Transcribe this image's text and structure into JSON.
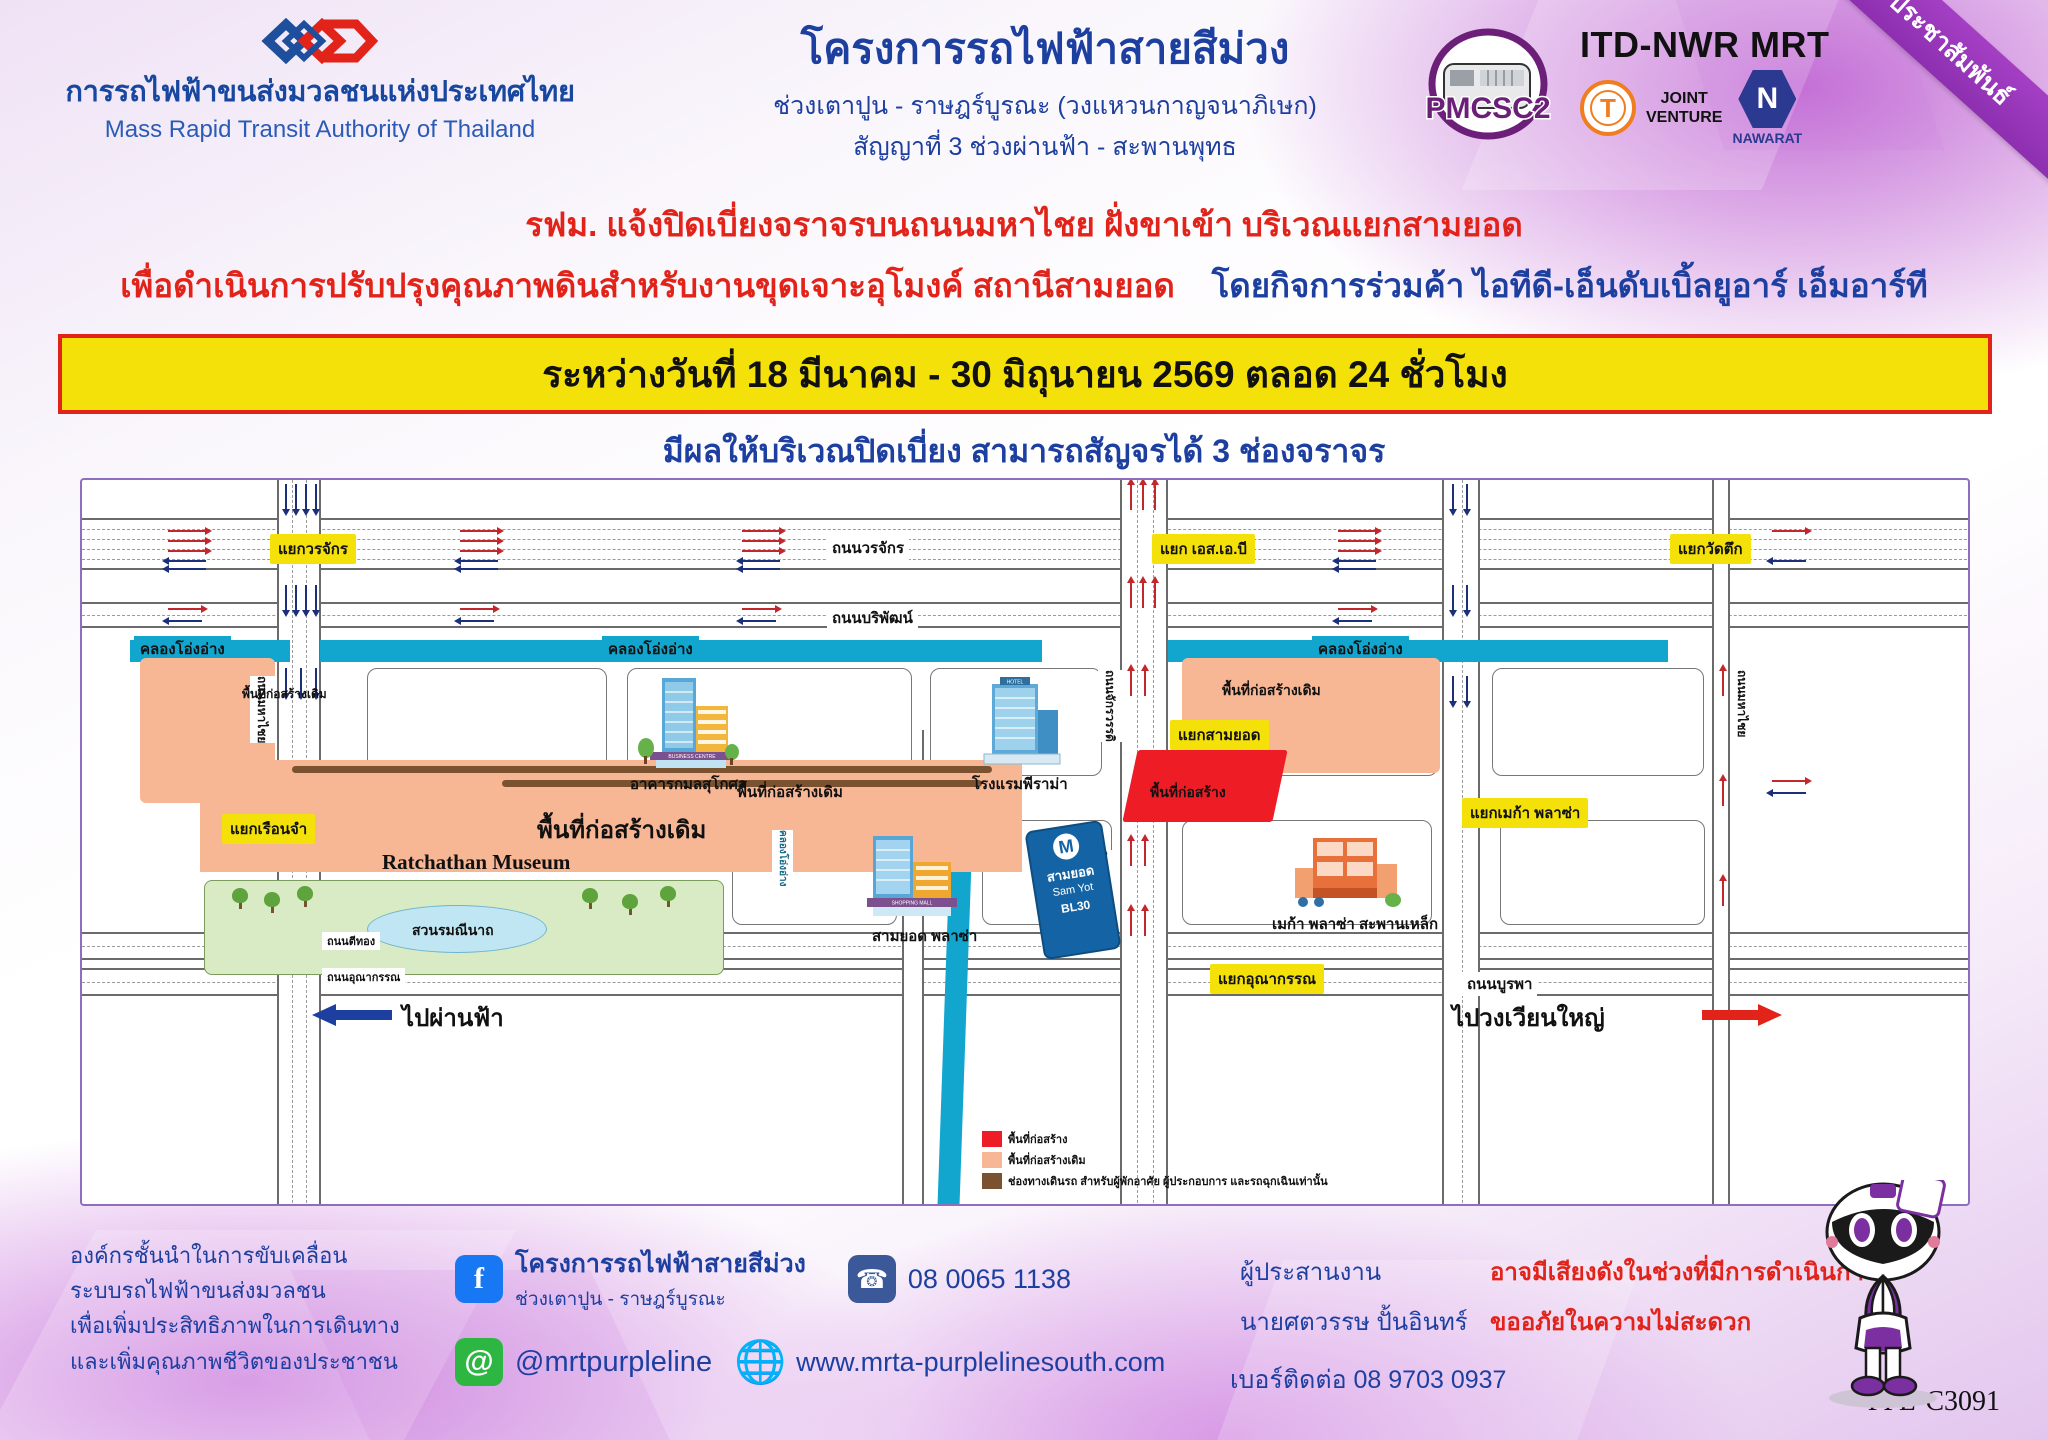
{
  "header": {
    "agency_th": "การรถไฟฟ้าขนส่งมวลชนแห่งประเทศไทย",
    "agency_en": "Mass Rapid Transit Authority of Thailand",
    "project_title": "โครงการรถไฟฟ้าสายสีม่วง",
    "project_sub1": "ช่วงเตาปูน - ราษฎร์บูรณะ (วงแหวนกาญจนาภิเษก)",
    "project_sub2": "สัญญาที่ 3 ช่วงผ่านฟ้า - สะพานพุทธ",
    "pmcsc_label": "PMCSC2",
    "contractor_title": "ITD-NWR MRT",
    "itd_mark": "T",
    "joint_venture_line1": "JOINT",
    "joint_venture_line2": "VENTURE",
    "nawarat_mark": "N",
    "nawarat_label": "NAWARAT",
    "ribbon_text": "ประชาสัมพันธ์"
  },
  "announcement": {
    "line1_red": "รฟม. แจ้งปิดเบี่ยงจราจรบนถนนมหาไชย ฝั่งขาเข้า บริเวณแยกสามยอด",
    "line1_prefix": "รฟม.",
    "line2_red": "เพื่อดำเนินการปรับปรุงคุณภาพดินสำหรับงานขุดเจาะอุโมงค์ สถานีสามยอด",
    "line2_blue": "โดยกิจการร่วมค้า ไอทีดี-เอ็นดับเบิ้ลยูอาร์ เอ็มอาร์ที",
    "date_banner": "ระหว่างวันที่ 18 มีนาคม - 30 มิถุนายน 2569 ตลอด 24 ชั่วโมง",
    "sub_note": "มีผลให้บริเวณปิดเบี่ยง สามารถสัญจรได้ 3 ช่องจราจร"
  },
  "map": {
    "junctions": [
      {
        "label": "แยกวรจักร"
      },
      {
        "label": "แยก เอส.เอ.บี"
      },
      {
        "label": "แยกวัดตึก"
      },
      {
        "label": "แยกสามยอด"
      },
      {
        "label": "แยกเรือนจำ"
      },
      {
        "label": "แยกเมก้า พลาซ่า"
      },
      {
        "label": "แยกอุณากรรณ"
      }
    ],
    "roads": [
      {
        "label": "ถนนวรจักร"
      },
      {
        "label": "ถนนบริพัฒน์"
      },
      {
        "label": "ถนนบูรพา"
      },
      {
        "label": "ถนนตีทอง"
      },
      {
        "label": "ถนนอุณากรรณ"
      }
    ],
    "roads_vertical": [
      {
        "label": "ถนนมหาไชย"
      },
      {
        "label": "ถนนจักรวรรดิ"
      },
      {
        "label": "ถนนบูรพา"
      },
      {
        "label": "ถนนมหาไชย"
      }
    ],
    "canals": [
      {
        "label": "คลองโอ่งอ่าง"
      },
      {
        "label": "คลองโอ่งอ่าง"
      },
      {
        "label": "คลองโอ่งอ่าง"
      }
    ],
    "zones": [
      {
        "label": "พื้นที่ก่อสร้างเดิม"
      },
      {
        "label": "พื้นที่ก่อสร้างเดิม"
      },
      {
        "label": "พื้นที่ก่อสร้างเดิม"
      },
      {
        "label": "พื้นที่ก่อสร้าง"
      }
    ],
    "landmarks": [
      {
        "label": "อาคารกมลสุโกศล"
      },
      {
        "label": "โรงแรมพีราม่า"
      },
      {
        "label": "Ratchathan Museum"
      },
      {
        "label": "สวนรมณีนาถ"
      },
      {
        "label": "สามยอด พลาซ่า"
      },
      {
        "label": "เมก้า พลาซ่า สะพานเหล็ก"
      }
    ],
    "building_tags": [
      {
        "label": "BUSINESS CENTRE"
      },
      {
        "label": "HOTEL"
      },
      {
        "label": "SHOPPING MALL"
      }
    ],
    "station": {
      "icon": "M",
      "name_th": "สามยอด",
      "name_en": "Sam Yot",
      "code": "BL30"
    },
    "directions": [
      {
        "label": "ไปผ่านฟ้า",
        "arrow": "left"
      },
      {
        "label": "ไปวงเวียนใหญ่",
        "arrow": "right"
      }
    ],
    "legend": [
      {
        "color": "#ee1c25",
        "label": "พื้นที่ก่อสร้าง"
      },
      {
        "color": "#f7b694",
        "label": "พื้นที่ก่อสร้างเดิม"
      },
      {
        "color": "#7a5230",
        "label": "ช่องทางเดินรถ สำหรับผู้พักอาศัย ผู้ประกอบการ และรถฉุกเฉินเท่านั้น"
      }
    ]
  },
  "footer": {
    "slogan_l1": "องค์กรชั้นนำในการขับเคลื่อน",
    "slogan_l2": "ระบบรถไฟฟ้าขนส่งมวลชน",
    "slogan_l3": "เพื่อเพิ่มประสิทธิภาพในการเดินทาง",
    "slogan_l4": "และเพิ่มคุณภาพชีวิตของประชาชน",
    "facebook_name": "โครงการรถไฟฟ้าสายสีม่วง",
    "facebook_sub": "ช่วงเตาปูน - ราษฎร์บูรณะ",
    "phone": "08 0065 1138",
    "line_id": "@mrtpurpleline",
    "website": "www.mrta-purplelinesouth.com",
    "coordinator_label": "ผู้ประสานงาน",
    "coordinator_name": "นายศตวรรษ ปั้นอินทร์",
    "apology_l1": "อาจมีเสียงดังในช่วงที่มีการดำเนินการ",
    "apology_l2": "ขออภัยในความไม่สะดวก",
    "contact_phone": "เบอร์ติดต่อ 08 9703 0937",
    "doc_id": "PPL-C3091"
  }
}
